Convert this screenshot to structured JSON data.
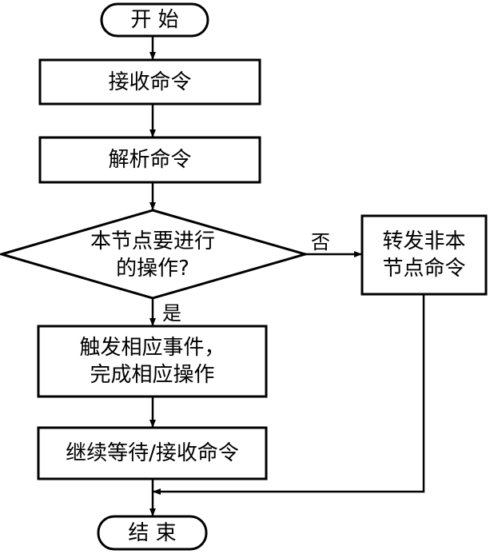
{
  "flowchart": {
    "start": "开  始",
    "receive": "接收命令",
    "parse": "解析命令",
    "decision": "本节点要进行\n的操作?",
    "forward": "转发非本\n节点命令",
    "trigger": "触发相应事件，\n完成相应操作",
    "wait": "继续等待/接收命令",
    "end": "结  束",
    "edge_no": "否",
    "edge_yes": "是"
  }
}
